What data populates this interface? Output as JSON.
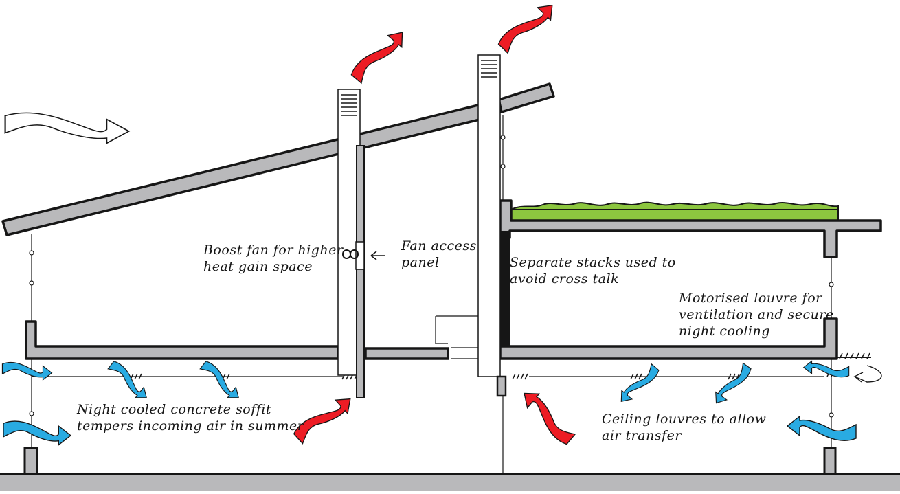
{
  "colors": {
    "line": "#161616",
    "structure_fill": "#b9b9bb",
    "green_roof": "#8cc63f",
    "cool_air": "#29abe2",
    "warm_air": "#ed1c24",
    "wind_arrow": "#ffffff"
  },
  "annotations": {
    "boost_fan": [
      "Boost fan for higher",
      "heat gain space"
    ],
    "fan_access": [
      "Fan access",
      "panel"
    ],
    "separate_stacks": [
      "Separate stacks used to",
      "avoid cross talk"
    ],
    "motorised_louvre": [
      "Motorised louvre for",
      "ventilation and secure",
      "night cooling"
    ],
    "night_cooled": [
      "Night cooled concrete soffit",
      "tempers incoming air in summer"
    ],
    "ceiling_louvres": [
      "Ceiling louvres to allow",
      "air transfer"
    ]
  },
  "icons": {
    "wind": "wind-direction-arrow-icon",
    "fan": "fan-icon",
    "cool_air": "cool-air-arrow-icon",
    "warm_air": "warm-air-arrow-icon"
  }
}
